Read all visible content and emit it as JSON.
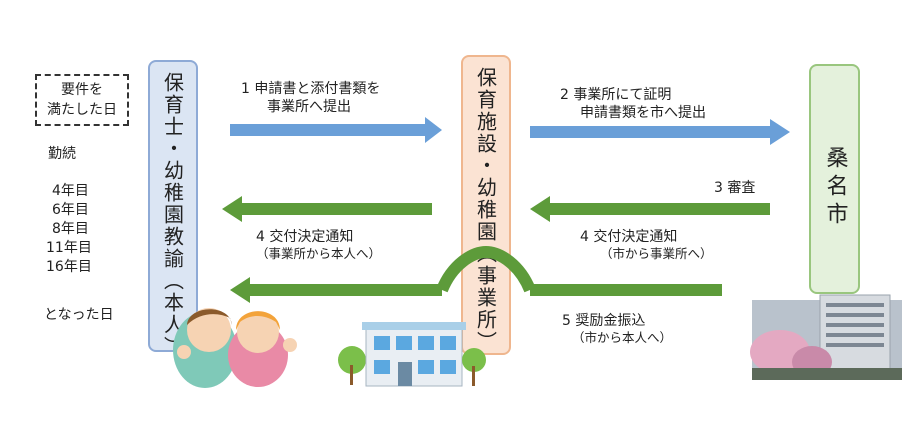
{
  "colors": {
    "blue_arrow": "#6a9fd8",
    "green_arrow": "#5d9b3a",
    "person_box_fill": "#dbe5f3",
    "facility_box_fill": "#fbe3d3",
    "city_box_fill": "#e4f1dc"
  },
  "left_panel": {
    "requirement_line1": "要件を",
    "requirement_line2": "満たした日",
    "tenure_label": "勤続",
    "years": [
      "4年目",
      "6年目",
      "8年目",
      "11年目",
      "16年目"
    ],
    "became_day": "となった日"
  },
  "boxes": {
    "person": "保育士・幼稚園教諭（本人）",
    "facility": "保育施設・幼稚園（事業所）",
    "city": "桑名市"
  },
  "steps": {
    "s1_line1": "1  申請書と添付書類を",
    "s1_line2": "事業所へ提出",
    "s2_line1": "2 事業所にて証明",
    "s2_line2": "申請書類を市へ提出",
    "s3": "3 審査",
    "s4_left_main": "4  交付決定通知",
    "s4_left_sub": "（事業所から本人へ）",
    "s4_right_main": "4  交付決定通知",
    "s4_right_sub": "（市から事業所へ）",
    "s5_main": "5 奨励金振込",
    "s5_sub": "（市から本人へ）"
  },
  "illustrations": {
    "people": "teachers-illustration",
    "building": "nursery-building-illustration",
    "city_hall": "city-hall-photo"
  }
}
